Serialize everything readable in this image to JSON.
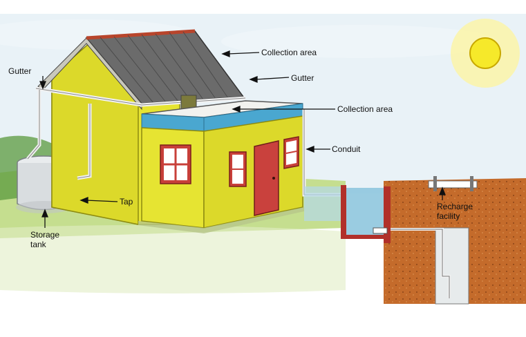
{
  "labels": {
    "collection_area_roof": "Collection area",
    "gutter_left": "Gutter",
    "gutter_right": "Gutter",
    "collection_area_terrace": "Collection area",
    "conduit": "Conduit",
    "tap": "Tap",
    "storage_tank_line1": "Storage",
    "storage_tank_line2": "tank",
    "recharge_line1": "Recharge",
    "recharge_line2": "facility"
  },
  "colors": {
    "sky": "#dcebf2",
    "sun": "#f6e92a",
    "sun_halo": "#fbf4a8",
    "grass": "#b9d77d",
    "house_wall": "#e6e432",
    "roof": "#6b6b6b",
    "roof_trim": "#b8452c",
    "door": "#c9413d",
    "terrace_band": "#4aa7d0",
    "soil": "#c46b2b",
    "water": "#8fc6de",
    "tank": "#d9dde0"
  }
}
